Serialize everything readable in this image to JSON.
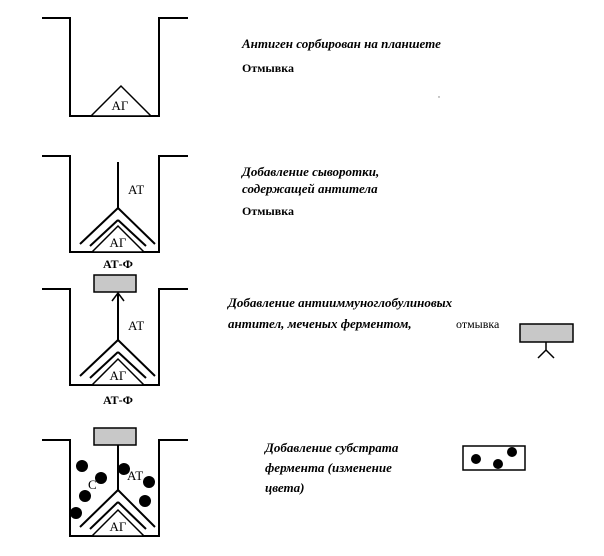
{
  "labels": {
    "antigen": "АГ",
    "antibody": "АТ",
    "conjugate": "АТ-Ф",
    "substrate_mark": "С"
  },
  "steps": [
    {
      "lines": [
        "Антиген сорбирован на планшете"
      ],
      "wash": "Отмывка"
    },
    {
      "lines": [
        "Добавление сыворотки,",
        "содержащей антитела"
      ],
      "wash": "Отмывка"
    },
    {
      "lines": [
        "Добавление антииммуноглобулиновых",
        "антител, меченых ферментом,"
      ],
      "wash": "отмывка"
    },
    {
      "lines": [
        "Добавление субстрата",
        "фермента (изменение",
        "цвета)"
      ]
    }
  ],
  "colors": {
    "enzyme_box": "#c8c8c8",
    "stroke": "#000000"
  }
}
